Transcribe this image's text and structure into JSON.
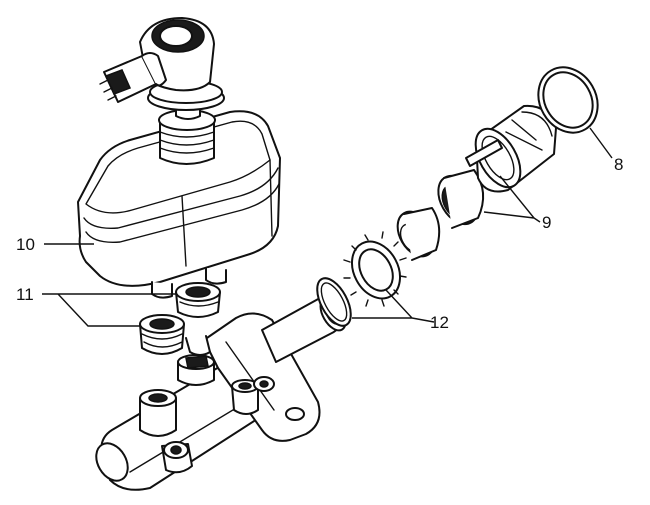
{
  "callouts": {
    "reservoir": "10",
    "seal_washers": "11",
    "seal_and_circlip": "12",
    "outer_seal_ring": "8",
    "piston_and_bush": "9"
  },
  "ink_color": "#111111",
  "background_color": "#ffffff"
}
